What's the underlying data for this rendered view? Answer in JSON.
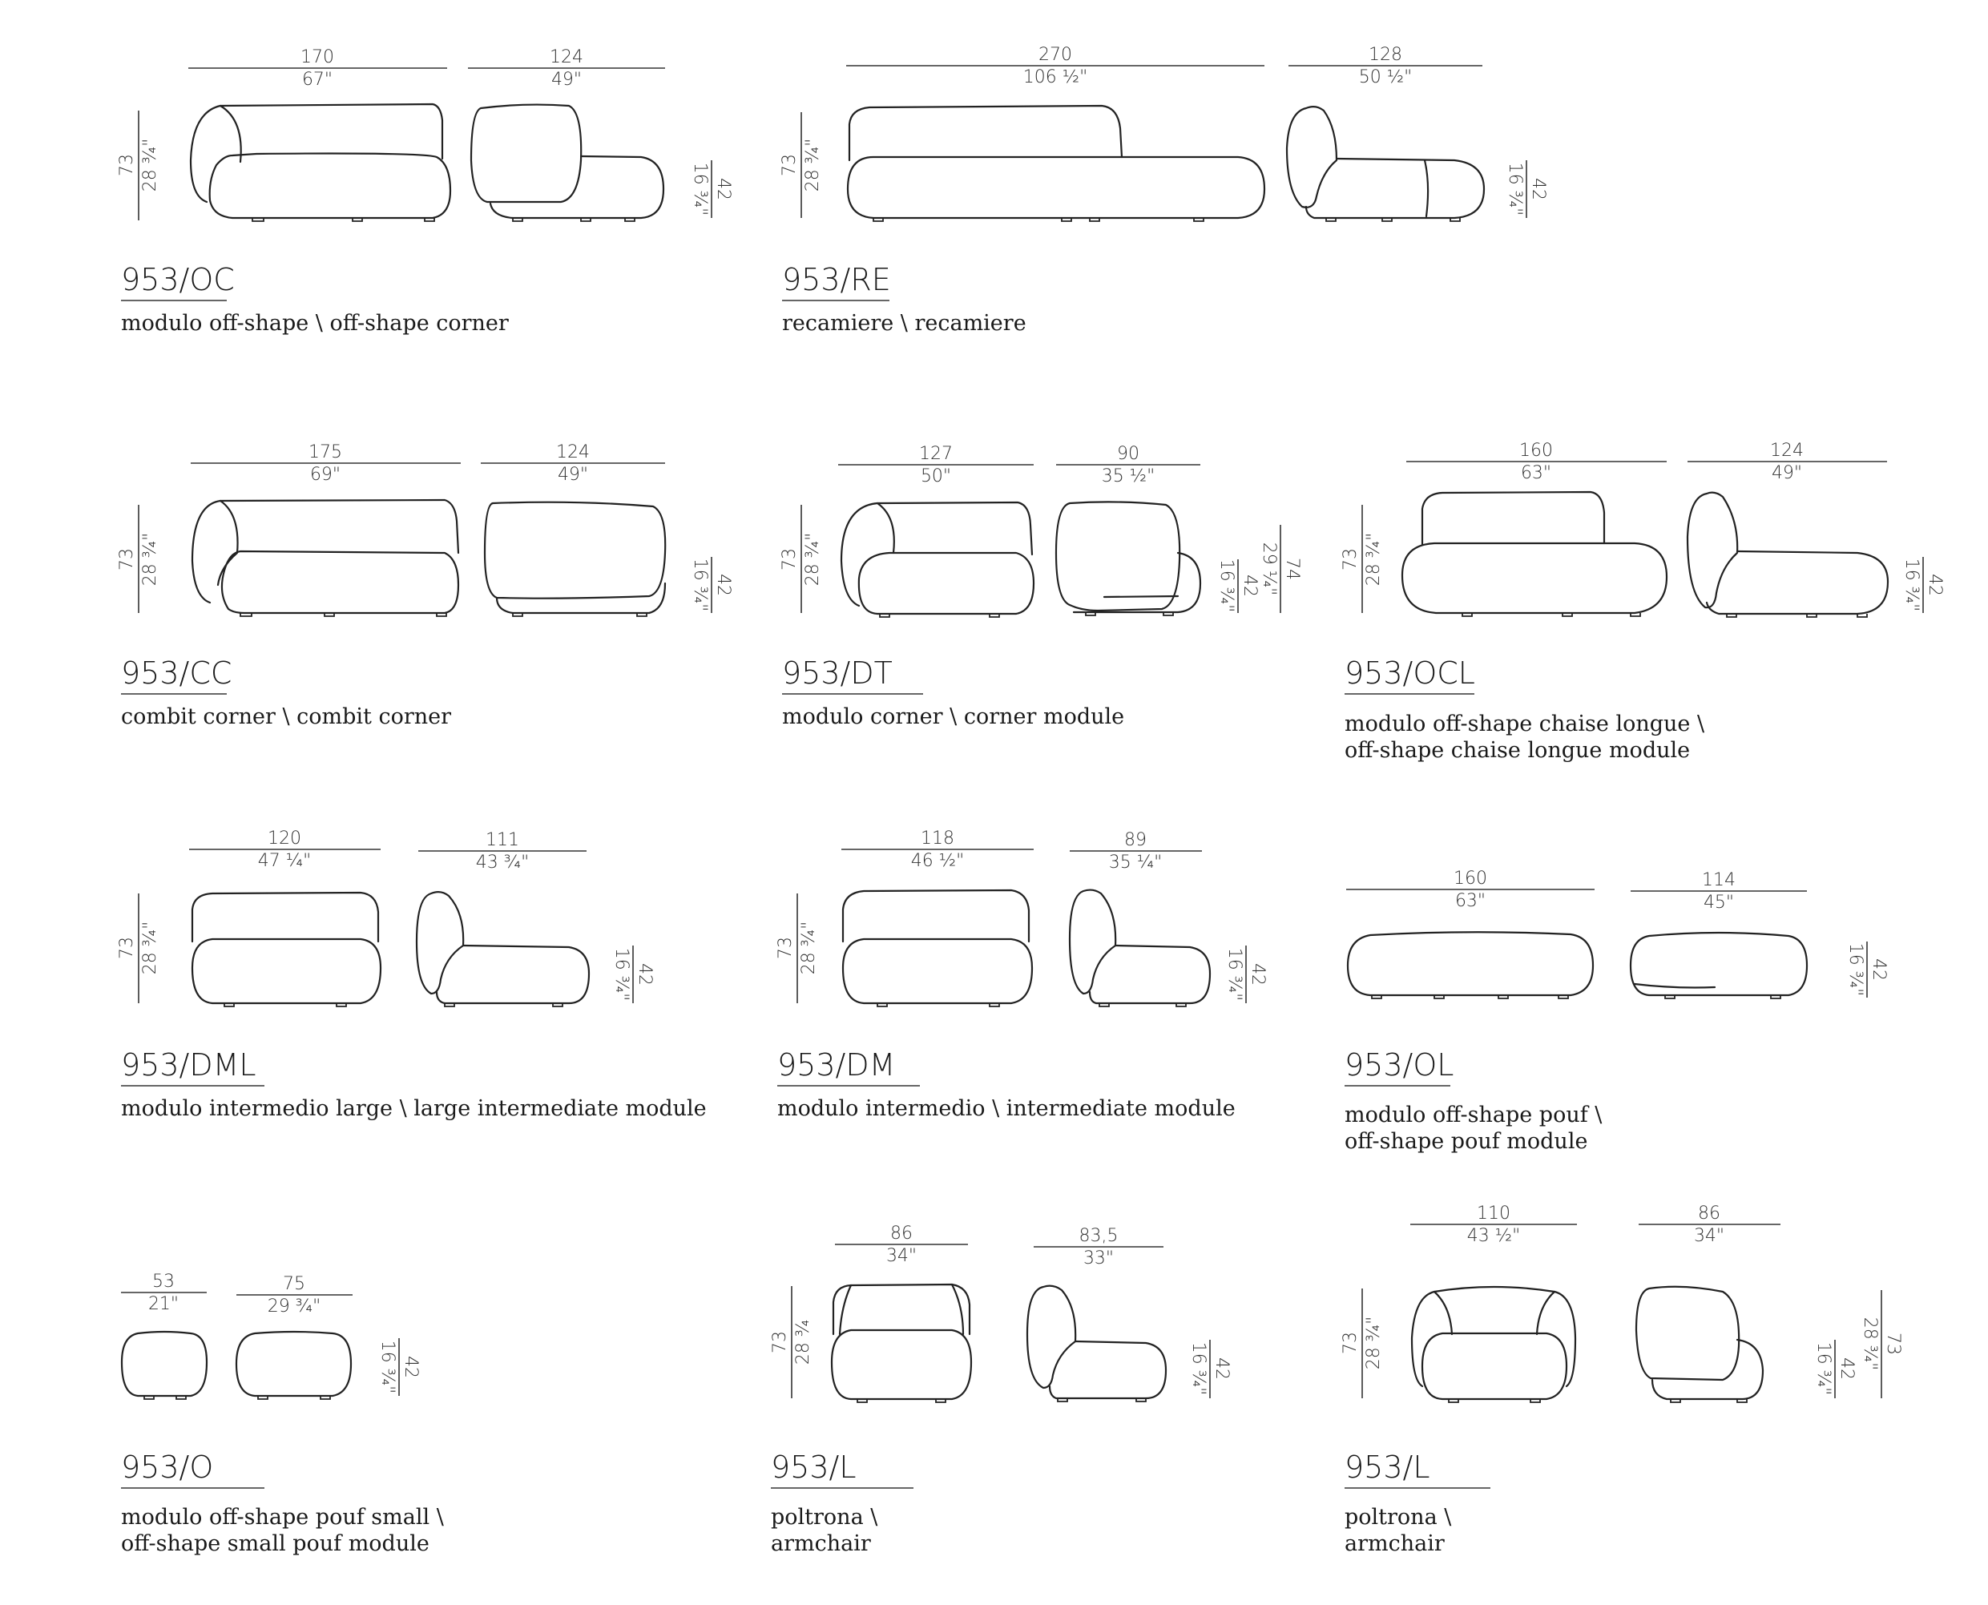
{
  "modules": [
    {
      "id": "oc",
      "code": "953/OC",
      "desc": [
        "modulo off-shape \\ off-shape corner"
      ],
      "dims": {
        "w1_cm": "170",
        "w1_in": "67\"",
        "w2_cm": "124",
        "w2_in": "49\"",
        "h_cm": "73",
        "h_in": "28 ¾\"",
        "s_cm": "42",
        "s_in": "16 ¾\""
      }
    },
    {
      "id": "re",
      "code": "953/RE",
      "desc": [
        "recamiere \\ recamiere"
      ],
      "dims": {
        "w1_cm": "270",
        "w1_in": "106 ½\"",
        "w2_cm": "128",
        "w2_in": "50 ½\"",
        "h_cm": "73",
        "h_in": "28 ¾\"",
        "s_cm": "42",
        "s_in": "16 ¾\""
      }
    },
    {
      "id": "cc",
      "code": "953/CC",
      "desc": [
        "combit corner \\ combit corner"
      ],
      "dims": {
        "w1_cm": "175",
        "w1_in": "69\"",
        "w2_cm": "124",
        "w2_in": "49\"",
        "h_cm": "73",
        "h_in": "28 ¾\"",
        "s_cm": "42",
        "s_in": "16 ¾\""
      }
    },
    {
      "id": "dt",
      "code": "953/DT",
      "desc": [
        "modulo corner \\ corner module"
      ],
      "dims": {
        "w1_cm": "127",
        "w1_in": "50\"",
        "w2_cm": "90",
        "w2_in": "35 ½\"",
        "h_cm": "73",
        "h_in": "28 ¾\"",
        "s_cm": "42",
        "s_in": "16 ¾\"",
        "a_cm": "74",
        "a_in": "29 ¼\""
      }
    },
    {
      "id": "ocl",
      "code": "953/OCL",
      "desc": [
        "modulo off-shape chaise longue \\",
        "off-shape chaise longue module"
      ],
      "dims": {
        "w1_cm": "160",
        "w1_in": "63\"",
        "w2_cm": "124",
        "w2_in": "49\"",
        "h_cm": "73",
        "h_in": "28 ¾\"",
        "s_cm": "42",
        "s_in": "16 ¾\""
      }
    },
    {
      "id": "dml",
      "code": "953/DML",
      "desc": [
        "modulo intermedio large \\ large  intermediate module"
      ],
      "dims": {
        "w1_cm": "120",
        "w1_in": "47 ¼\"",
        "w2_cm": "111",
        "w2_in": "43 ¾\"",
        "h_cm": "73",
        "h_in": "28 ¾\"",
        "s_cm": "42",
        "s_in": "16 ¾\""
      }
    },
    {
      "id": "dm",
      "code": "953/DM",
      "desc": [
        "modulo intermedio \\ intermediate module"
      ],
      "dims": {
        "w1_cm": "118",
        "w1_in": "46 ½\"",
        "w2_cm": "89",
        "w2_in": "35 ¼\"",
        "h_cm": "73",
        "h_in": "28 ¾\"",
        "s_cm": "42",
        "s_in": "16 ¾\""
      }
    },
    {
      "id": "ol",
      "code": "953/OL",
      "desc": [
        "modulo off-shape pouf \\",
        "off-shape pouf module"
      ],
      "dims": {
        "w1_cm": "160",
        "w1_in": "63\"",
        "w2_cm": "114",
        "w2_in": "45\"",
        "s_cm": "42",
        "s_in": "16 ¾\""
      }
    },
    {
      "id": "o",
      "code": "953/O",
      "desc": [
        "modulo off-shape pouf small \\",
        "off-shape small pouf module"
      ],
      "dims": {
        "w1_cm": "53",
        "w1_in": "21\"",
        "w2_cm": "75",
        "w2_in": "29 ¾\"",
        "s_cm": "42",
        "s_in": "16 ¾\""
      }
    },
    {
      "id": "l1",
      "code": "953/L",
      "desc": [
        "poltrona \\",
        "armchair"
      ],
      "dims": {
        "w1_cm": "86",
        "w1_in": "34\"",
        "w2_cm": "83,5",
        "w2_in": "33\"",
        "h_cm": "73",
        "h_in": "28 ¾",
        "s_cm": "42",
        "s_in": "16 ¾\""
      }
    },
    {
      "id": "l2",
      "code": "953/L",
      "desc": [
        "poltrona \\",
        "armchair"
      ],
      "dims": {
        "w1_cm": "110",
        "w1_in": "43 ½\"",
        "w2_cm": "86",
        "w2_in": "34\"",
        "h_cm": "73",
        "h_in": "28 ¾\"",
        "s_cm": "42",
        "s_in": "16 ¾\"",
        "a_cm": "73",
        "a_in": "28 ¾\""
      }
    }
  ]
}
